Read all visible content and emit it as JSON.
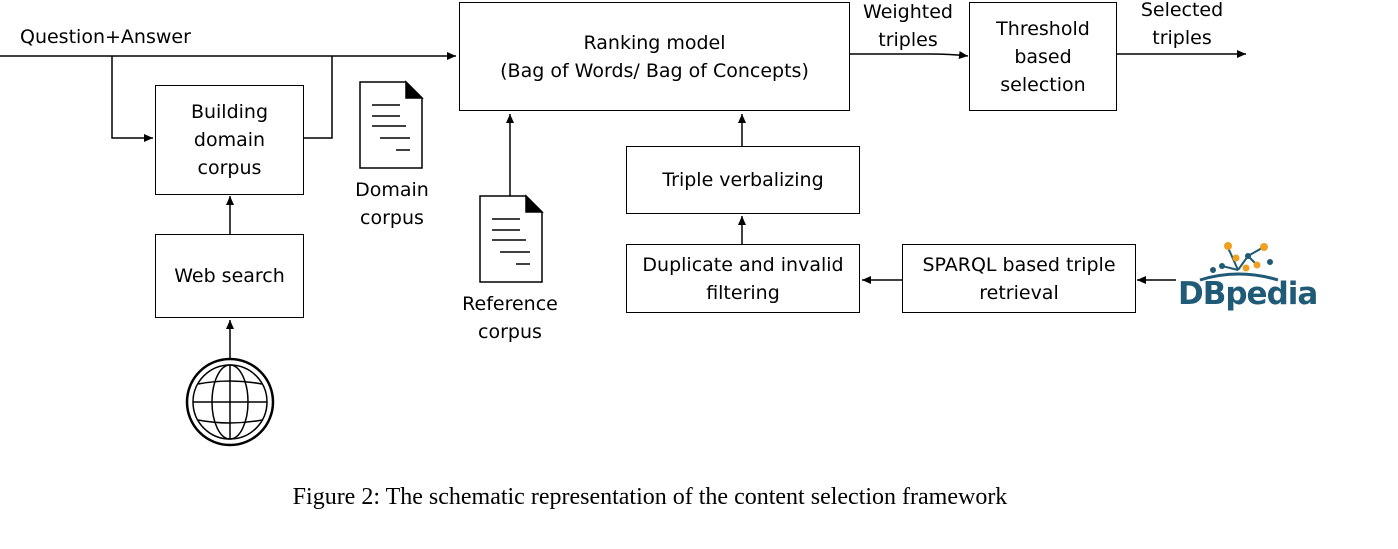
{
  "inputs": {
    "question_answer": "Question+Answer"
  },
  "boxes": {
    "building_domain_corpus": "Building\ndomain\ncorpus",
    "web_search": "Web search",
    "ranking_model": "Ranking model\n(Bag of Words/ Bag of Concepts)",
    "threshold_selection": "Threshold\nbased\nselection",
    "triple_verbalizing": "Triple verbalizing",
    "duplicate_filtering": "Duplicate and invalid\nfiltering",
    "sparql_retrieval": "SPARQL based triple\nretrieval"
  },
  "labels": {
    "domain_corpus": "Domain\ncorpus",
    "reference_corpus": "Reference\ncorpus",
    "weighted_triples": "Weighted\ntriples",
    "selected_triples": "Selected\ntriples"
  },
  "logo": {
    "text": "DBpedia",
    "color": "#1f5a76",
    "accent_color": "#f0a020",
    "icon": "dbpedia-logo"
  },
  "icons": {
    "globe": "globe-icon",
    "document": "document-icon"
  },
  "caption": "Figure 2: The schematic representation of the content selection framework"
}
